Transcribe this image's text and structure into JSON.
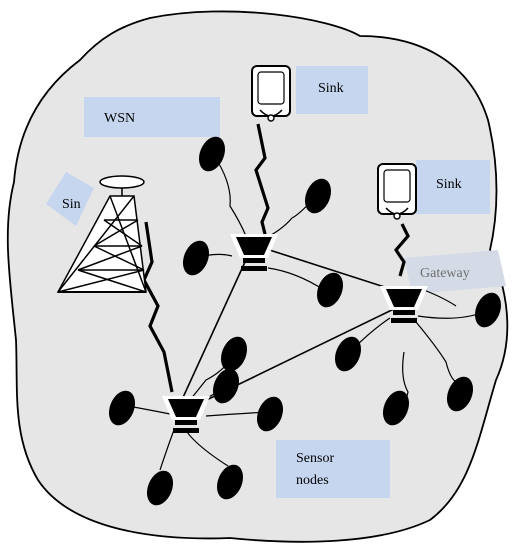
{
  "labels": {
    "wsn": "WSN",
    "sink_top": "Sink",
    "sink_right": "Sink",
    "sin": "Sin",
    "gateway": "Gateway",
    "sensor_line1": "Sensor",
    "sensor_line2": "nodes"
  },
  "colors": {
    "cloud_fill": "#e6e6e6",
    "label_box": "#c6d6ef",
    "gateway_text": "#6f6f6f",
    "ink": "#000000"
  },
  "icons": {
    "sink": "sink-device-icon",
    "tower": "antenna-tower-icon",
    "gateway": "gateway-node-icon",
    "sensor": "sensor-node-icon",
    "link": "wireless-link-icon"
  }
}
